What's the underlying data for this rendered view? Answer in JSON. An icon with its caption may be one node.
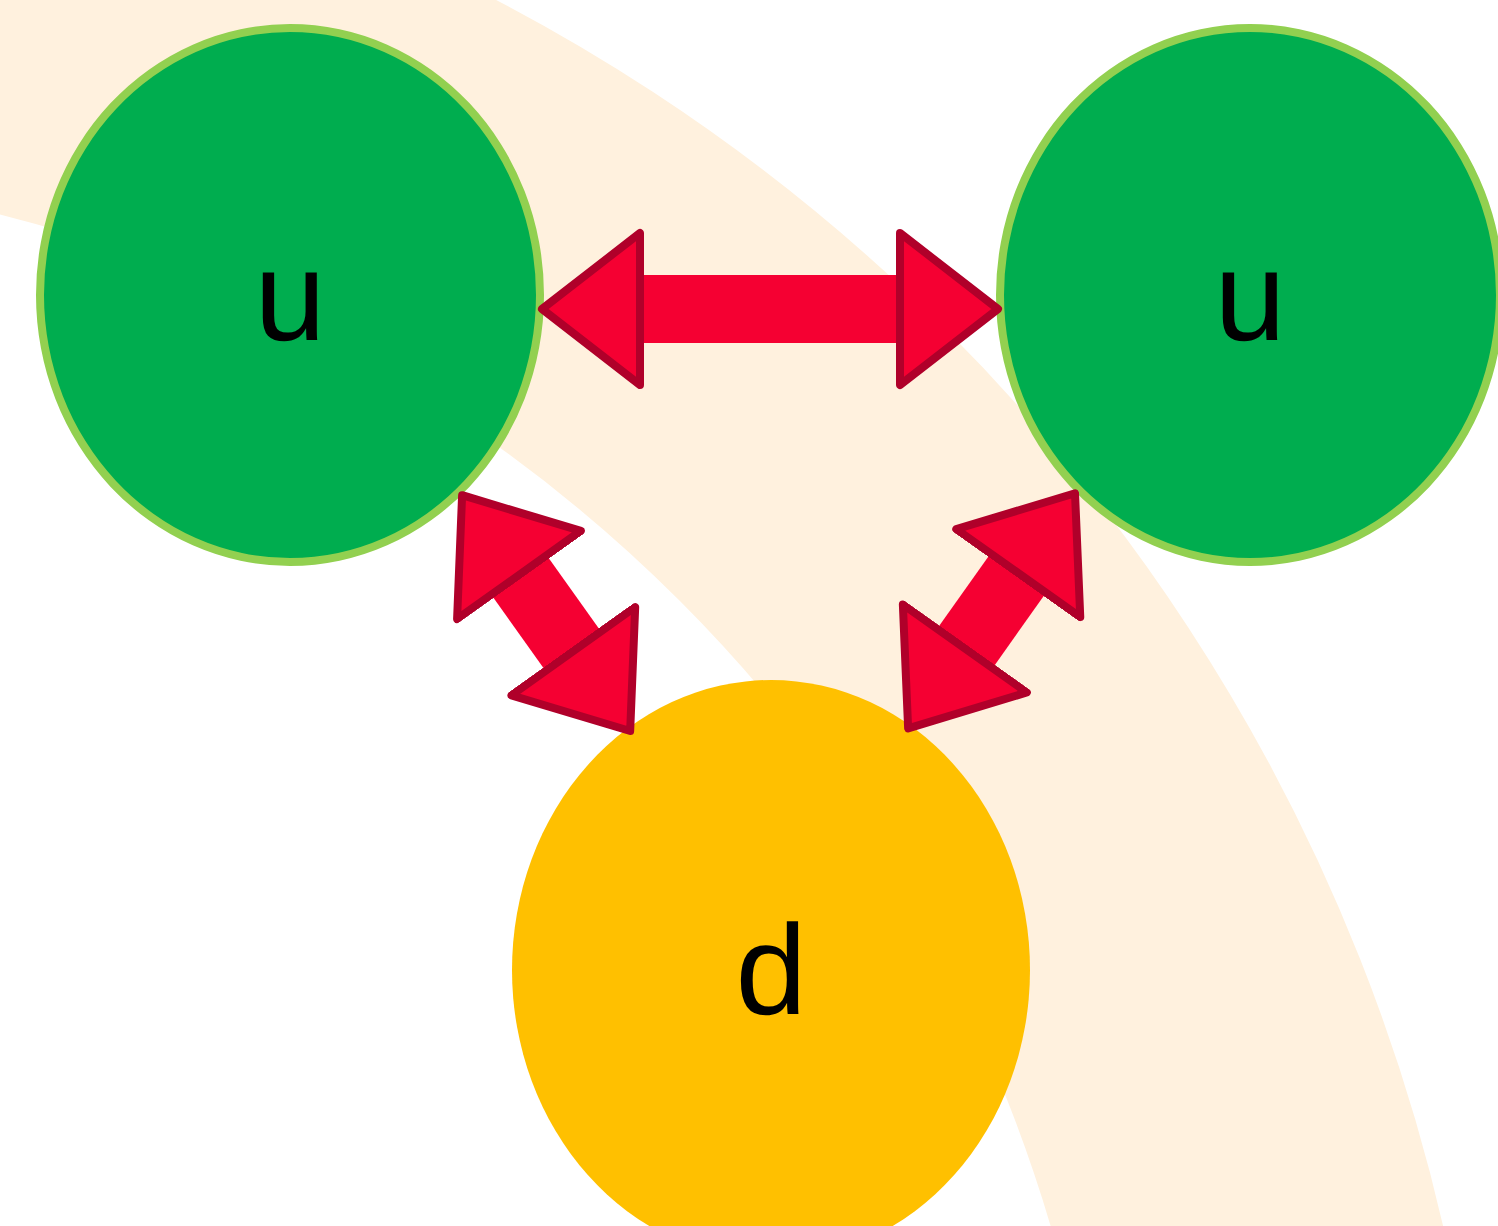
{
  "diagram": {
    "nodes": [
      {
        "text": [
          "u"
        ]
      },
      {
        "text": [
          "u"
        ]
      },
      {
        "text": [
          "d"
        ]
      }
    ],
    "edges": [
      {
        "from": 0,
        "to": 1,
        "arrow": "both"
      },
      {
        "from": 0,
        "to": 2,
        "arrow": "both"
      },
      {
        "from": 1,
        "to": 2,
        "arrow": "both"
      }
    ]
  }
}
